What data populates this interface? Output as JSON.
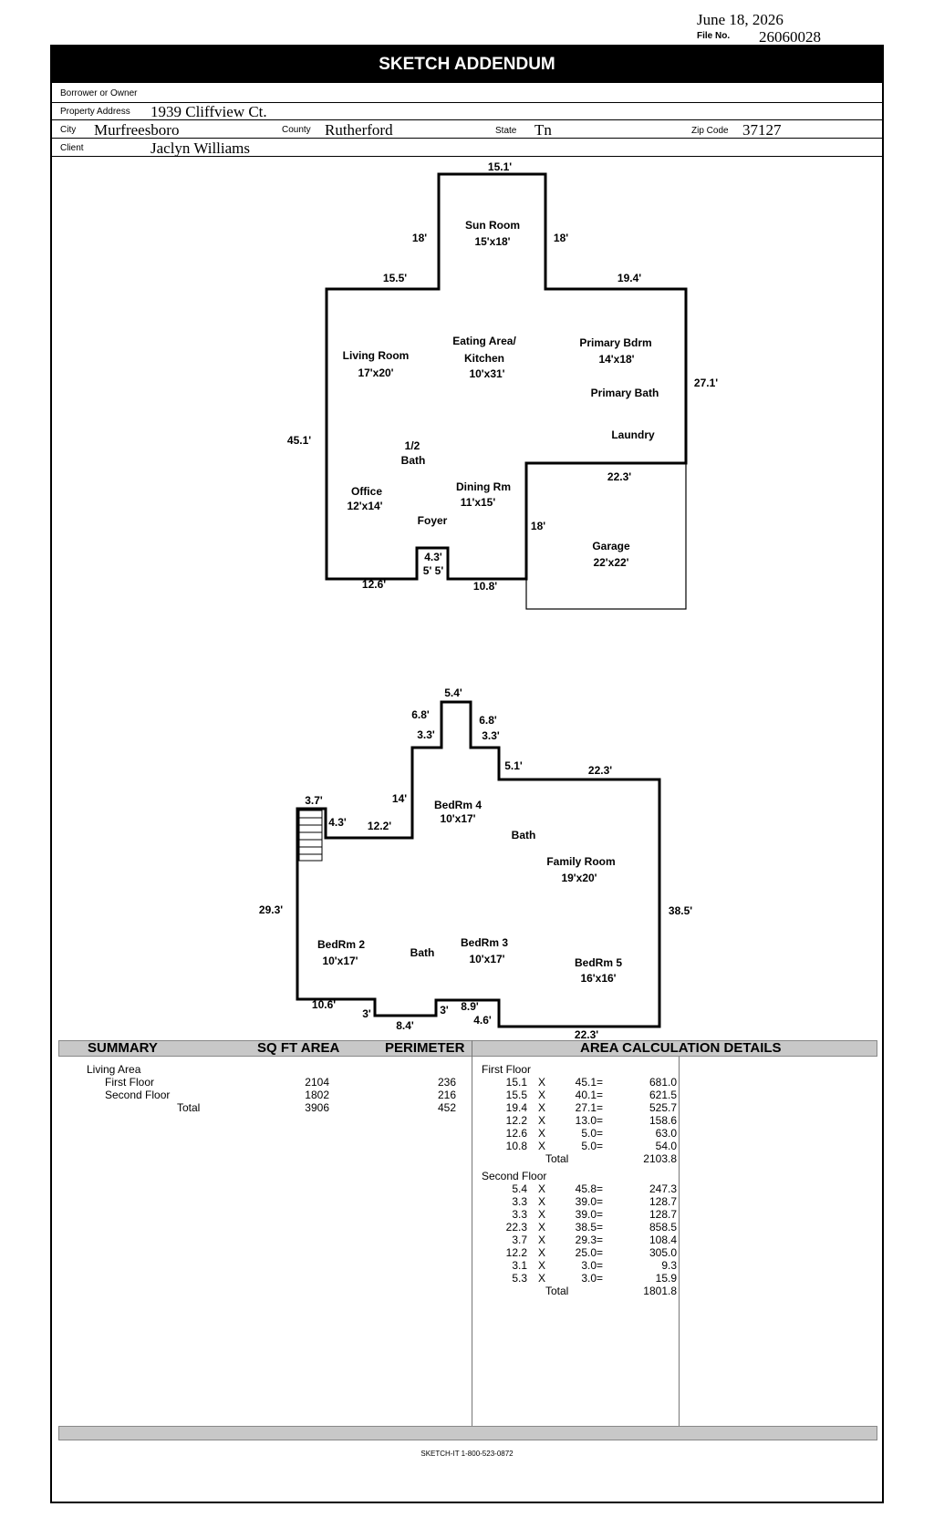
{
  "header": {
    "date": "June 18, 2026",
    "file_no_label": "File No.",
    "file_no": "26060028",
    "title": "SKETCH ADDENDUM"
  },
  "info": {
    "borrower_label": "Borrower or Owner",
    "borrower": "",
    "address_label": "Property Address",
    "address": "1939 Cliffview Ct.",
    "city_label": "City",
    "city": "Murfreesboro",
    "county_label": "County",
    "county": "Rutherford",
    "state_label": "State",
    "state": "Tn",
    "zip_label": "Zip Code",
    "zip": "37127",
    "client_label": "Client",
    "client": "Jaclyn Williams"
  },
  "first_floor_labels": {
    "d_top": "15.1'",
    "d_sun_left": "18'",
    "d_sun_right": "18'",
    "d_left_top": "15.5'",
    "d_right_top": "19.4'",
    "d_right": "27.1'",
    "d_left": "45.1'",
    "d_garage_top": "22.3'",
    "d_garage_left": "18'",
    "d_bottom_left": "12.6'",
    "d_notch_w": "4.3'",
    "d_notch_h": "5' 5'",
    "d_bottom_right": "10.8'",
    "sun_room": "Sun Room",
    "sun_room_size": "15'x18'",
    "living_room": "Living Room",
    "living_room_size": "17'x20'",
    "eating_area": "Eating Area/",
    "kitchen": "Kitchen",
    "kitchen_size": "10'x31'",
    "primary_bdrm": "Primary Bdrm",
    "primary_bdrm_size": "14'x18'",
    "primary_bath": "Primary Bath",
    "laundry": "Laundry",
    "half": "1/2",
    "half_bath": "Bath",
    "office": "Office",
    "office_size": "12'x14'",
    "dining": "Dining Rm",
    "dining_size": "11'x15'",
    "foyer": "Foyer",
    "garage": "Garage",
    "garage_size": "22'x22'"
  },
  "second_floor_labels": {
    "d_top": "5.4'",
    "d_top_left_side": "6.8'",
    "d_top_right_side": "6.8'",
    "d_step_left": "3.3'",
    "d_step_right": "3.3'",
    "d_right_step": "5.1'",
    "d_right_top": "22.3'",
    "d_left_upper": "14'",
    "d_stair_top": "3.7'",
    "d_stair_side": "4.3'",
    "d_left_ledge": "12.2'",
    "d_left": "29.3'",
    "d_right": "38.5'",
    "d_bottom_left": "10.6'",
    "d_bump_l": "3'",
    "d_bump_bottom": "8.4'",
    "d_bump_r": "3'",
    "d_bottom_step": "8.9'",
    "d_bottom_step_h": "4.6'",
    "d_bottom_right": "22.3'",
    "bedrm4": "BedRm 4",
    "bedrm4_size": "10'x17'",
    "bath1": "Bath",
    "family": "Family Room",
    "family_size": "19'x20'",
    "bedrm2": "BedRm 2",
    "bedrm2_size": "10'x17'",
    "bath2": "Bath",
    "bedrm3": "BedRm 3",
    "bedrm3_size": "10'x17'",
    "bedrm5": "BedRm 5",
    "bedrm5_size": "16'x16'"
  },
  "summary": {
    "h_summary": "SUMMARY",
    "h_sqft": "SQ FT AREA",
    "h_perimeter": "PERIMETER",
    "h_details": "AREA CALCULATION DETAILS",
    "living_area": "Living Area",
    "rows": [
      {
        "label": "First Floor",
        "sqft": "2104",
        "perimeter": "236"
      },
      {
        "label": "Second Floor",
        "sqft": "1802",
        "perimeter": "216"
      },
      {
        "label": "Total",
        "sqft": "3906",
        "perimeter": "452"
      }
    ]
  },
  "details": {
    "first_title": "First Floor",
    "first_rows": [
      {
        "a": "15.1",
        "x": "X",
        "b": "45.1",
        "eq": "=",
        "r": "681.0"
      },
      {
        "a": "15.5",
        "x": "X",
        "b": "40.1",
        "eq": "=",
        "r": "621.5"
      },
      {
        "a": "19.4",
        "x": "X",
        "b": "27.1",
        "eq": "=",
        "r": "525.7"
      },
      {
        "a": "12.2",
        "x": "X",
        "b": "13.0",
        "eq": "=",
        "r": "158.6"
      },
      {
        "a": "12.6",
        "x": "X",
        "b": "5.0",
        "eq": "=",
        "r": "63.0"
      },
      {
        "a": "10.8",
        "x": "X",
        "b": "5.0",
        "eq": "=",
        "r": "54.0"
      }
    ],
    "first_total_label": "Total",
    "first_total": "2103.8",
    "second_title": "Second Floor",
    "second_rows": [
      {
        "a": "5.4",
        "x": "X",
        "b": "45.8",
        "eq": "=",
        "r": "247.3"
      },
      {
        "a": "3.3",
        "x": "X",
        "b": "39.0",
        "eq": "=",
        "r": "128.7"
      },
      {
        "a": "3.3",
        "x": "X",
        "b": "39.0",
        "eq": "=",
        "r": "128.7"
      },
      {
        "a": "22.3",
        "x": "X",
        "b": "38.5",
        "eq": "=",
        "r": "858.5"
      },
      {
        "a": "3.7",
        "x": "X",
        "b": "29.3",
        "eq": "=",
        "r": "108.4"
      },
      {
        "a": "12.2",
        "x": "X",
        "b": "25.0",
        "eq": "=",
        "r": "305.0"
      },
      {
        "a": "3.1",
        "x": "X",
        "b": "3.0",
        "eq": "=",
        "r": "9.3"
      },
      {
        "a": "5.3",
        "x": "X",
        "b": "3.0",
        "eq": "=",
        "r": "15.9"
      }
    ],
    "second_total_label": "Total",
    "second_total": "1801.8"
  },
  "footer": "SKETCH-IT 1-800-523-0872"
}
